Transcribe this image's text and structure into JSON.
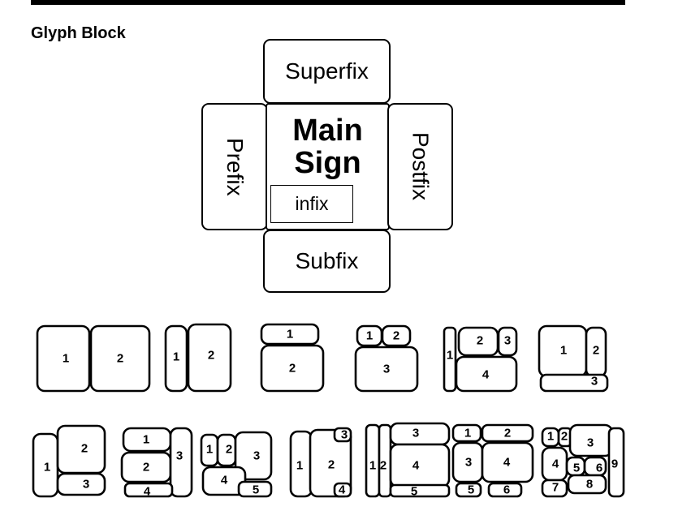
{
  "heading": "Glyph Block",
  "anatomy": {
    "superfix": "Superfix",
    "prefix": "Prefix",
    "main_line1": "Main",
    "main_line2": "Sign",
    "infix": "infix",
    "postfix": "Postfix",
    "subfix": "Subfix"
  },
  "examples": [
    {
      "parts": [
        "1",
        "2"
      ]
    },
    {
      "parts": [
        "1",
        "2"
      ]
    },
    {
      "parts": [
        "1",
        "2"
      ]
    },
    {
      "parts": [
        "1",
        "2",
        "3"
      ]
    },
    {
      "parts": [
        "1",
        "2",
        "3",
        "4"
      ]
    },
    {
      "parts": [
        "1",
        "2",
        "3"
      ]
    },
    {
      "parts": [
        "1",
        "2",
        "3"
      ]
    },
    {
      "parts": [
        "1",
        "2",
        "3",
        "4"
      ]
    },
    {
      "parts": [
        "1",
        "2",
        "3",
        "4",
        "5"
      ]
    },
    {
      "parts": [
        "1",
        "2",
        "3",
        "4"
      ]
    },
    {
      "parts": [
        "1",
        "2",
        "3",
        "4",
        "5"
      ]
    },
    {
      "parts": [
        "1",
        "2",
        "3",
        "4",
        "5",
        "6"
      ]
    },
    {
      "parts": [
        "1",
        "2",
        "3",
        "4",
        "5",
        "6",
        "7",
        "8",
        "9"
      ]
    }
  ]
}
